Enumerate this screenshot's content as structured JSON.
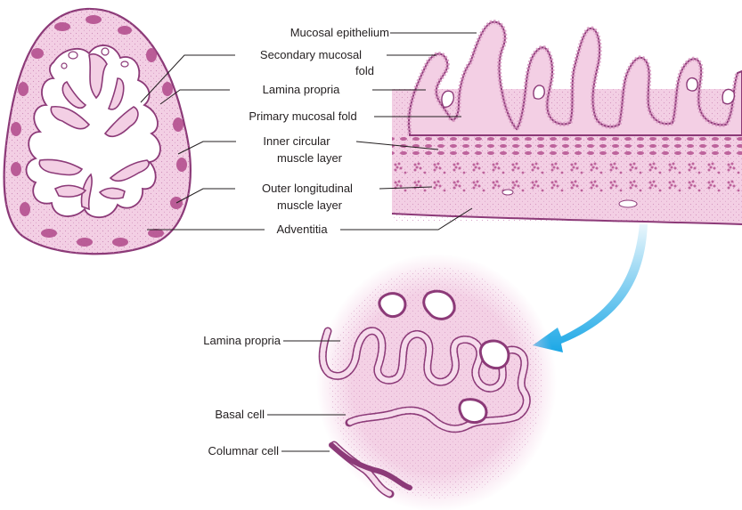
{
  "labels": {
    "mucosal_epithelium": "Mucosal epithelium",
    "secondary_fold_1": "Secondary mucosal",
    "secondary_fold_2": "fold",
    "lamina_propria_top": "Lamina propria",
    "primary_fold": "Primary mucosal fold",
    "inner_circular_1": "Inner circular",
    "inner_circular_2": "muscle layer",
    "outer_long_1": "Outer longitudinal",
    "outer_long_2": "muscle layer",
    "adventitia": "Adventitia",
    "lamina_propria_bottom": "Lamina propria",
    "basal_cell": "Basal cell",
    "columnar_cell": "Columnar cell"
  },
  "colors": {
    "tissue": "#f3cfe4",
    "tissue_dark": "#e6aacd",
    "outline": "#8c3a78",
    "muscle": "#b4508f",
    "cells": "#c77fb1",
    "arrow_start": "#e9f6fc",
    "arrow_end": "#1aa7e6"
  }
}
